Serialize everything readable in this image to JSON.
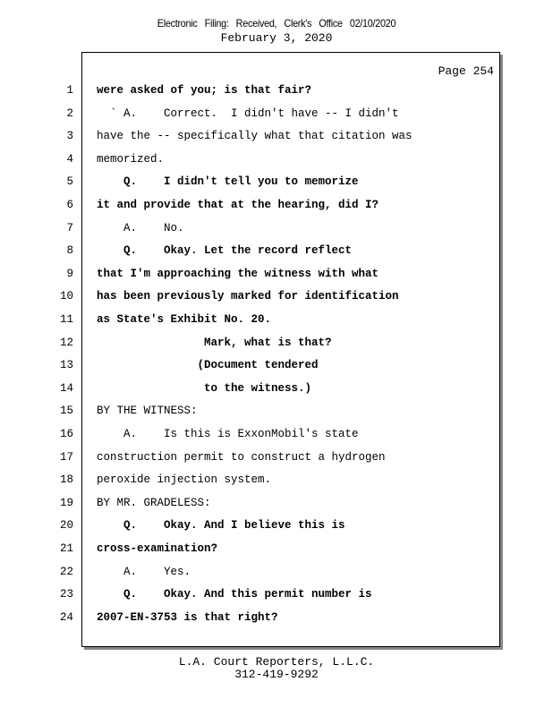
{
  "header": {
    "stamp": "Electronic Filing: Received, Clerk's Office 02/10/2020",
    "date": "February 3, 2020"
  },
  "page_label": "Page 254",
  "lines": [
    {
      "n": "1",
      "text": "were asked of you; is that fair?",
      "bold": true
    },
    {
      "n": "2",
      "text": "  ` A.    Correct.  I didn't have -- I didn't",
      "bold": false
    },
    {
      "n": "3",
      "text": "have the -- specifically what that citation was",
      "bold": false
    },
    {
      "n": "4",
      "text": "memorized.",
      "bold": false
    },
    {
      "n": "5",
      "text": "    Q.    I didn't tell you to memorize",
      "bold": true
    },
    {
      "n": "6",
      "text": "it and provide that at the hearing, did I?",
      "bold": true
    },
    {
      "n": "7",
      "text": "    A.    No.",
      "bold": false
    },
    {
      "n": "8",
      "text": "    Q.    Okay. Let the record reflect",
      "bold": true
    },
    {
      "n": "9",
      "text": "that I'm approaching the witness with what",
      "bold": true
    },
    {
      "n": "10",
      "text": "has been previously marked for identification",
      "bold": true
    },
    {
      "n": "11",
      "text": "as State's Exhibit No. 20.",
      "bold": true
    },
    {
      "n": "12",
      "text": "                Mark, what is that?",
      "bold": true
    },
    {
      "n": "13",
      "text": "               (Document tendered",
      "bold": true
    },
    {
      "n": "14",
      "text": "                to the witness.)",
      "bold": true
    },
    {
      "n": "15",
      "text": "BY THE WITNESS:",
      "bold": false
    },
    {
      "n": "16",
      "text": "    A.    Is this is ExxonMobil's state",
      "bold": false
    },
    {
      "n": "17",
      "text": "construction permit to construct a hydrogen",
      "bold": false
    },
    {
      "n": "18",
      "text": "peroxide injection system.",
      "bold": false
    },
    {
      "n": "19",
      "text": "BY MR. GRADELESS:",
      "bold": false
    },
    {
      "n": "20",
      "text": "    Q.    Okay. And I believe this is",
      "bold": true
    },
    {
      "n": "21",
      "text": "cross-examination?",
      "bold": true
    },
    {
      "n": "22",
      "text": "    A.    Yes.",
      "bold": false
    },
    {
      "n": "23",
      "text": "    Q.    Okay. And this permit number is",
      "bold": true
    },
    {
      "n": "24",
      "text": "2007-EN-3753 is that right?",
      "bold": true
    }
  ],
  "footer": {
    "company": "L.A. Court Reporters, L.L.C.",
    "phone": "312-419-9292"
  }
}
